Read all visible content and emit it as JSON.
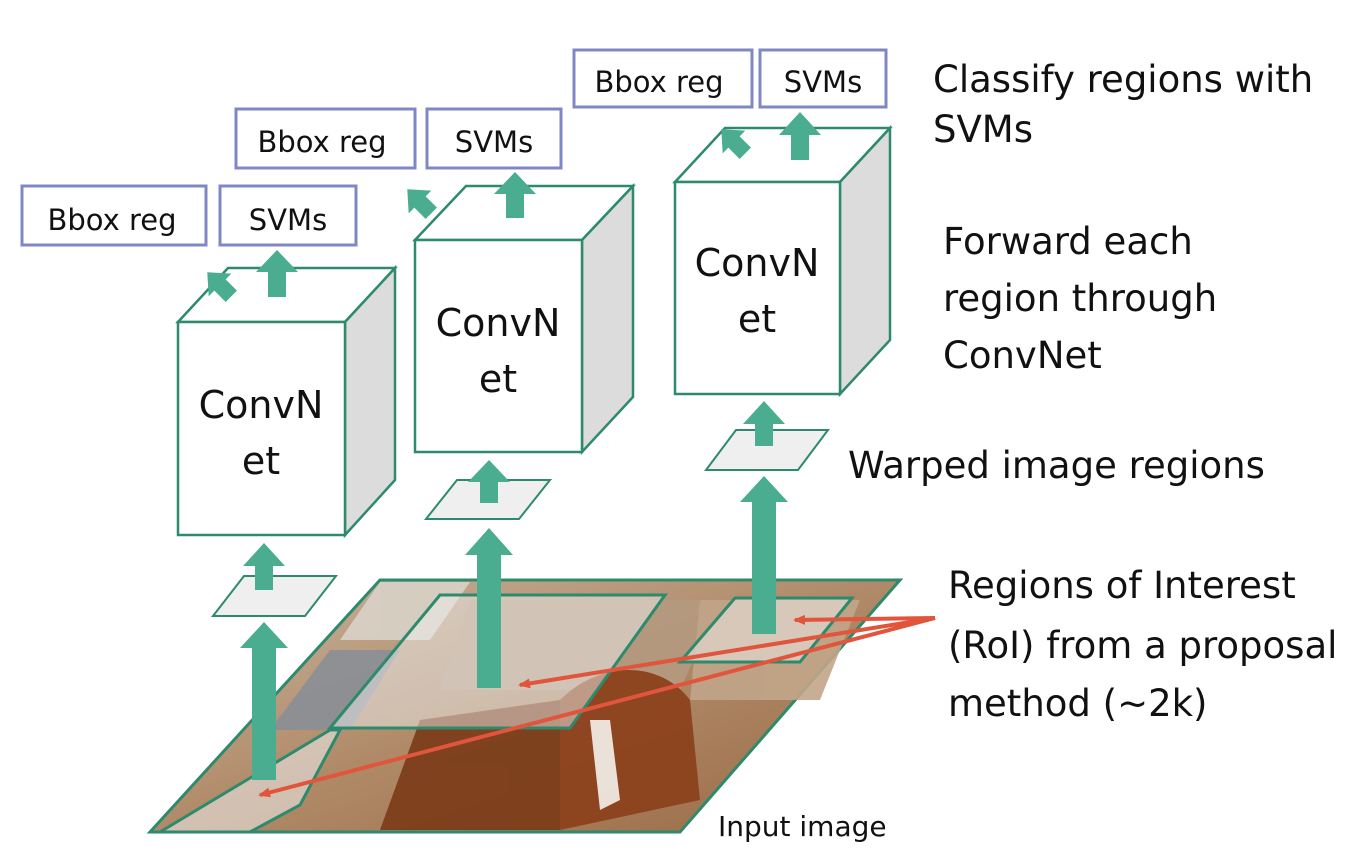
{
  "columns": [
    {
      "bbox_label": "Bbox reg",
      "svm_label": "SVMs",
      "net_line1": "ConvN",
      "net_line2": "et"
    },
    {
      "bbox_label": "Bbox reg",
      "svm_label": "SVMs",
      "net_line1": "ConvN",
      "net_line2": "et"
    },
    {
      "bbox_label": "Bbox reg",
      "svm_label": "SVMs",
      "net_line1": "ConvN",
      "net_line2": "et"
    }
  ],
  "annotations": {
    "classify_line1": "Classify regions with",
    "classify_line2": "SVMs",
    "forward_line1": "Forward each",
    "forward_line2": "region through",
    "forward_line3": "ConvNet",
    "warped": "Warped image regions",
    "roi_line1": "Regions of Interest",
    "roi_line2": "(RoI) from a proposal",
    "roi_line3": "method (~2k)",
    "input_image": "Input image"
  },
  "colors": {
    "teal": "#4aad8f",
    "teal_border": "#2e8a6c",
    "box_border": "#8088c4",
    "cube_side": "#dcdcdc",
    "region_fill": "#efefef",
    "red_arrow": "#e0553b"
  }
}
